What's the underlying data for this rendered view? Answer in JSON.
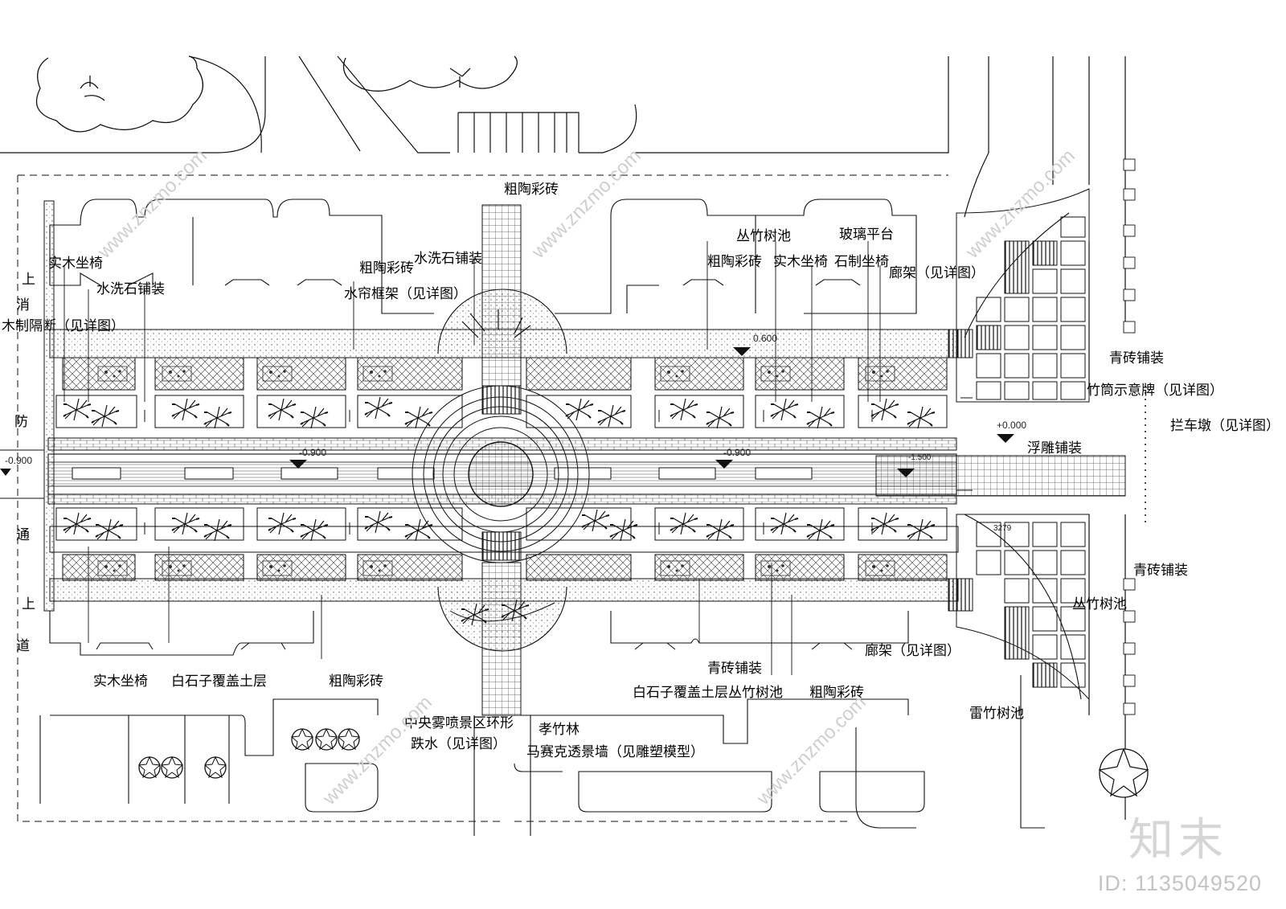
{
  "labels": {
    "cutaochuanzhuan_top": "粗陶彩砖",
    "shimuzuoyi_tl": "实木坐椅",
    "shuixishi_puzhuang_l": "水洗石铺装",
    "muzhi_geduan": "木制隔断（见详图）",
    "cutaochuanzhuan_l": "粗陶彩砖",
    "shuixishi_puzhuang_c": "水洗石铺装",
    "shuilian_kuangjia": "水帘框架（见详图）",
    "congzhu_shuchi_top": "丛竹树池",
    "boli_pingtai": "玻璃平台",
    "cutaochuanzhuan_r": "粗陶彩砖",
    "shimuzuoyi_tr": "实木坐椅",
    "shizhi_zuoyi": "石制坐椅",
    "langjia_top": "廊架（见详图）",
    "qingzhuan_puzhuang_1": "青砖铺装",
    "zhutong_shiyipai": "竹筒示意牌（见详图）",
    "lanchedun": "拦车墩（见详图）",
    "fudiao_puzhuang": "浮雕铺装",
    "qingzhuan_puzhuang_2": "青砖铺装",
    "congzhu_shuchi_r": "丛竹树池",
    "langjia_bottom": "廊架（见详图）",
    "shimuzuoyi_bl": "实木坐椅",
    "baishizi": "白石子覆盖土层",
    "cutaochuanzhuan_bl": "粗陶彩砖",
    "zhongyang_line1": "中央雾喷景区环形",
    "zhongyang_line2": "跌水（见详图）",
    "xiaozhulin": "孝竹林",
    "masaike": "马赛克透景墙（见雕塑模型）",
    "qingzhuan_puzhuang_b": "青砖铺装",
    "baishizi_congzhu": "白石子覆盖土层丛竹树池",
    "cutaochuanzhuan_br": "粗陶彩砖",
    "leizhu_shuchi": "雷竹树池"
  },
  "side_text": {
    "shang1": "上",
    "xiao": "消",
    "fang": "防",
    "tong": "通",
    "shang2": "上",
    "dao": "道"
  },
  "elevations": {
    "e_0600": "0.600",
    "e_0000": "+0.000",
    "e_left": "-0.900",
    "e_mid1": "-0.900",
    "e_mid2": "-0.900",
    "e_right": "-1.500",
    "dim_3279": "3279"
  },
  "watermark": {
    "brand": "知末",
    "id": "ID: 1135049520",
    "url": "www.znzmo.com"
  },
  "colors": {
    "line": "#111111",
    "hatch": "#555555",
    "watermark": "#cccccc"
  }
}
